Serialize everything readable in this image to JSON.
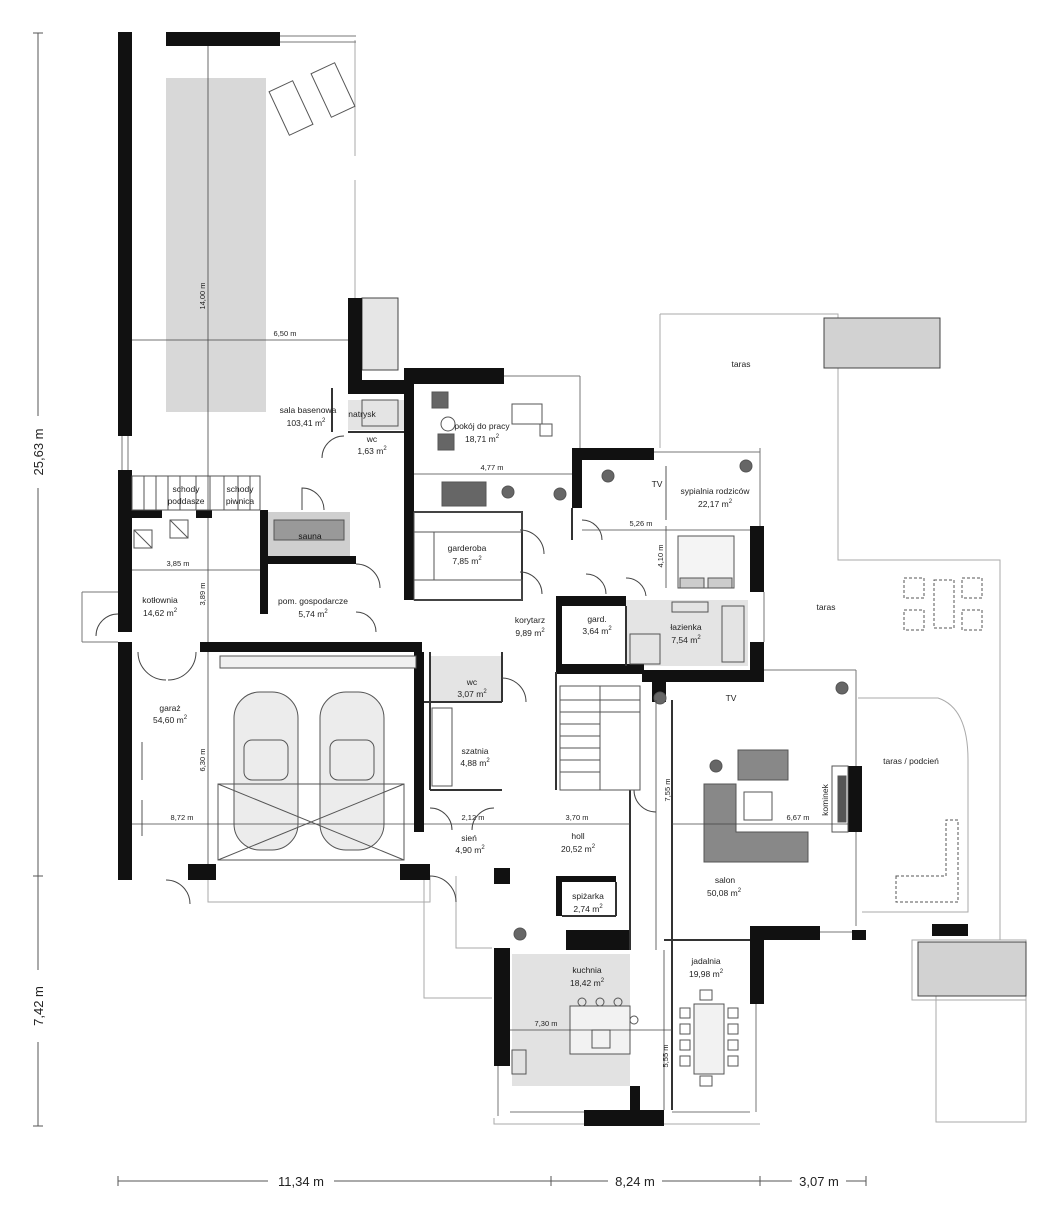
{
  "rooms": {
    "sala_basenowa": {
      "name": "sala basenowa",
      "area": "103,41 m"
    },
    "natrysk": {
      "name": "natrysk"
    },
    "wc1": {
      "name": "wc",
      "area": "1,63 m"
    },
    "pokoj_do_pracy": {
      "name": "pokój do pracy",
      "area": "18,71 m"
    },
    "sypialnia": {
      "name": "sypialnia rodziców",
      "area": "22,17 m"
    },
    "schody_poddasze": {
      "name1": "schody",
      "name2": "poddasze"
    },
    "schody_piwnica": {
      "name1": "schody",
      "name2": "piwnica"
    },
    "sauna": {
      "name": "sauna"
    },
    "garderoba": {
      "name": "garderoba",
      "area": "7,85 m"
    },
    "kotlownia": {
      "name": "kotłownia",
      "area": "14,62 m"
    },
    "pom_gospodarcze": {
      "name": "pom. gospodarcze",
      "area": "5,74 m"
    },
    "korytarz": {
      "name": "korytarz",
      "area": "9,89 m"
    },
    "gard": {
      "name": "gard.",
      "area": "3,64 m"
    },
    "lazienka": {
      "name": "łazienka",
      "area": "7,54 m"
    },
    "garaz": {
      "name": "garaż",
      "area": "54,60 m"
    },
    "wc2": {
      "name": "wc",
      "area": "3,07 m"
    },
    "szatnia": {
      "name": "szatnia",
      "area": "4,88 m"
    },
    "sien": {
      "name": "sień",
      "area": "4,90 m"
    },
    "holl": {
      "name": "holl",
      "area": "20,52 m"
    },
    "spizarka": {
      "name": "spiżarka",
      "area": "2,74 m"
    },
    "salon": {
      "name": "salon",
      "area": "50,08 m"
    },
    "kominek": {
      "name": "kominek"
    },
    "kuchnia": {
      "name": "kuchnia",
      "area": "18,42 m"
    },
    "jadalnia": {
      "name": "jadalnia",
      "area": "19,98 m"
    },
    "taras1": {
      "name": "taras"
    },
    "taras2": {
      "name": "taras"
    },
    "taras_podcien": {
      "name": "taras / podcień"
    },
    "tv1": {
      "name": "TV"
    },
    "tv2": {
      "name": "TV"
    }
  },
  "area_unit_sup": "2",
  "inner_dimensions": {
    "d_650": "6,50 m",
    "d_1400": "14,00 m",
    "d_477": "4,77 m",
    "d_526": "5,26 m",
    "d_410": "4,10 m",
    "d_385": "3,85 m",
    "d_389": "3,89 m",
    "d_630": "6,30 m",
    "d_872": "8,72 m",
    "d_212": "2,12 m",
    "d_370": "3,70 m",
    "d_755": "7,55 m",
    "d_667": "6,67 m",
    "d_730": "7,30 m",
    "d_555": "5,55 m"
  },
  "outer_dimensions": {
    "left_top": "25,63 m",
    "left_bottom": "7,42 m",
    "bottom_1": "11,34 m",
    "bottom_2": "8,24 m",
    "bottom_3": "3,07 m"
  }
}
